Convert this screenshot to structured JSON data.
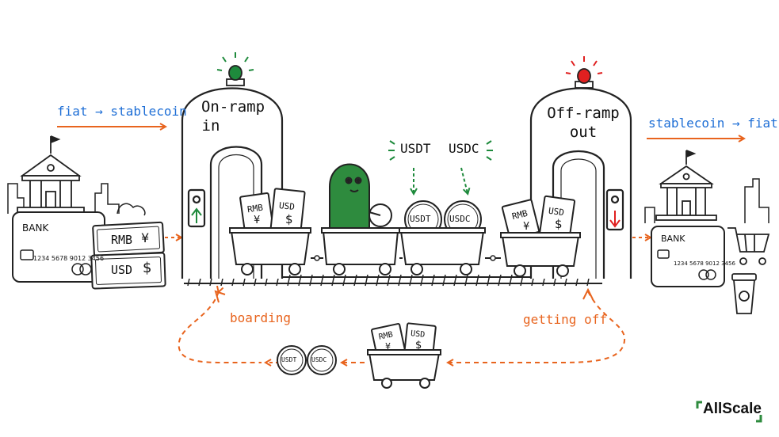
{
  "labels": {
    "fiat_to_stable": "fiat → stablecoin",
    "stable_to_fiat": "stablecoin → fiat",
    "onramp_line1": "On-ramp",
    "onramp_line2": "in",
    "offramp_line1": "Off-ramp",
    "offramp_line2": "out",
    "usdt_top": "USDT",
    "usdc_top": "USDC",
    "boarding": "boarding",
    "getting_off": "getting off"
  },
  "left_card": {
    "bank": "BANK",
    "number": "1234 5678 9012 3456"
  },
  "right_card": {
    "bank": "BANK",
    "number": "1234 5678 9012 3456"
  },
  "left_notes": [
    {
      "text": "RMB",
      "symbol": "¥"
    },
    {
      "text": "USD",
      "symbol": "$"
    }
  ],
  "cart_notes": {
    "note1": "RMB",
    "note1_sym": "¥",
    "note2": "USD",
    "note2_sym": "$"
  },
  "coins": {
    "usdt": "USDT",
    "usdc": "USDC"
  },
  "off_cart_notes": {
    "note1": "RMB",
    "note1_sym": "¥",
    "note2": "USD",
    "note2_sym": "$"
  },
  "bottom_coins": {
    "usdt": "USDT",
    "usdc": "USDC"
  },
  "bottom_cart_notes": {
    "note1": "RMB",
    "note1_sym": "¥",
    "note2": "USD",
    "note2_sym": "$"
  },
  "brand": {
    "name": "AllScale"
  },
  "colors": {
    "blue_text": "#1f6fd6",
    "orange_arrow": "#e8641e",
    "green_light": "#1e8a3c",
    "red_light": "#e02020",
    "driver_green": "#2e8b3e"
  },
  "icons": [
    "bank-building-icon",
    "credit-card-icon",
    "city-skyline-icon",
    "shopping-cart-icon",
    "coffee-cup-icon",
    "green-signal-light-icon",
    "red-signal-light-icon",
    "up-arrow-icon",
    "down-arrow-icon"
  ]
}
